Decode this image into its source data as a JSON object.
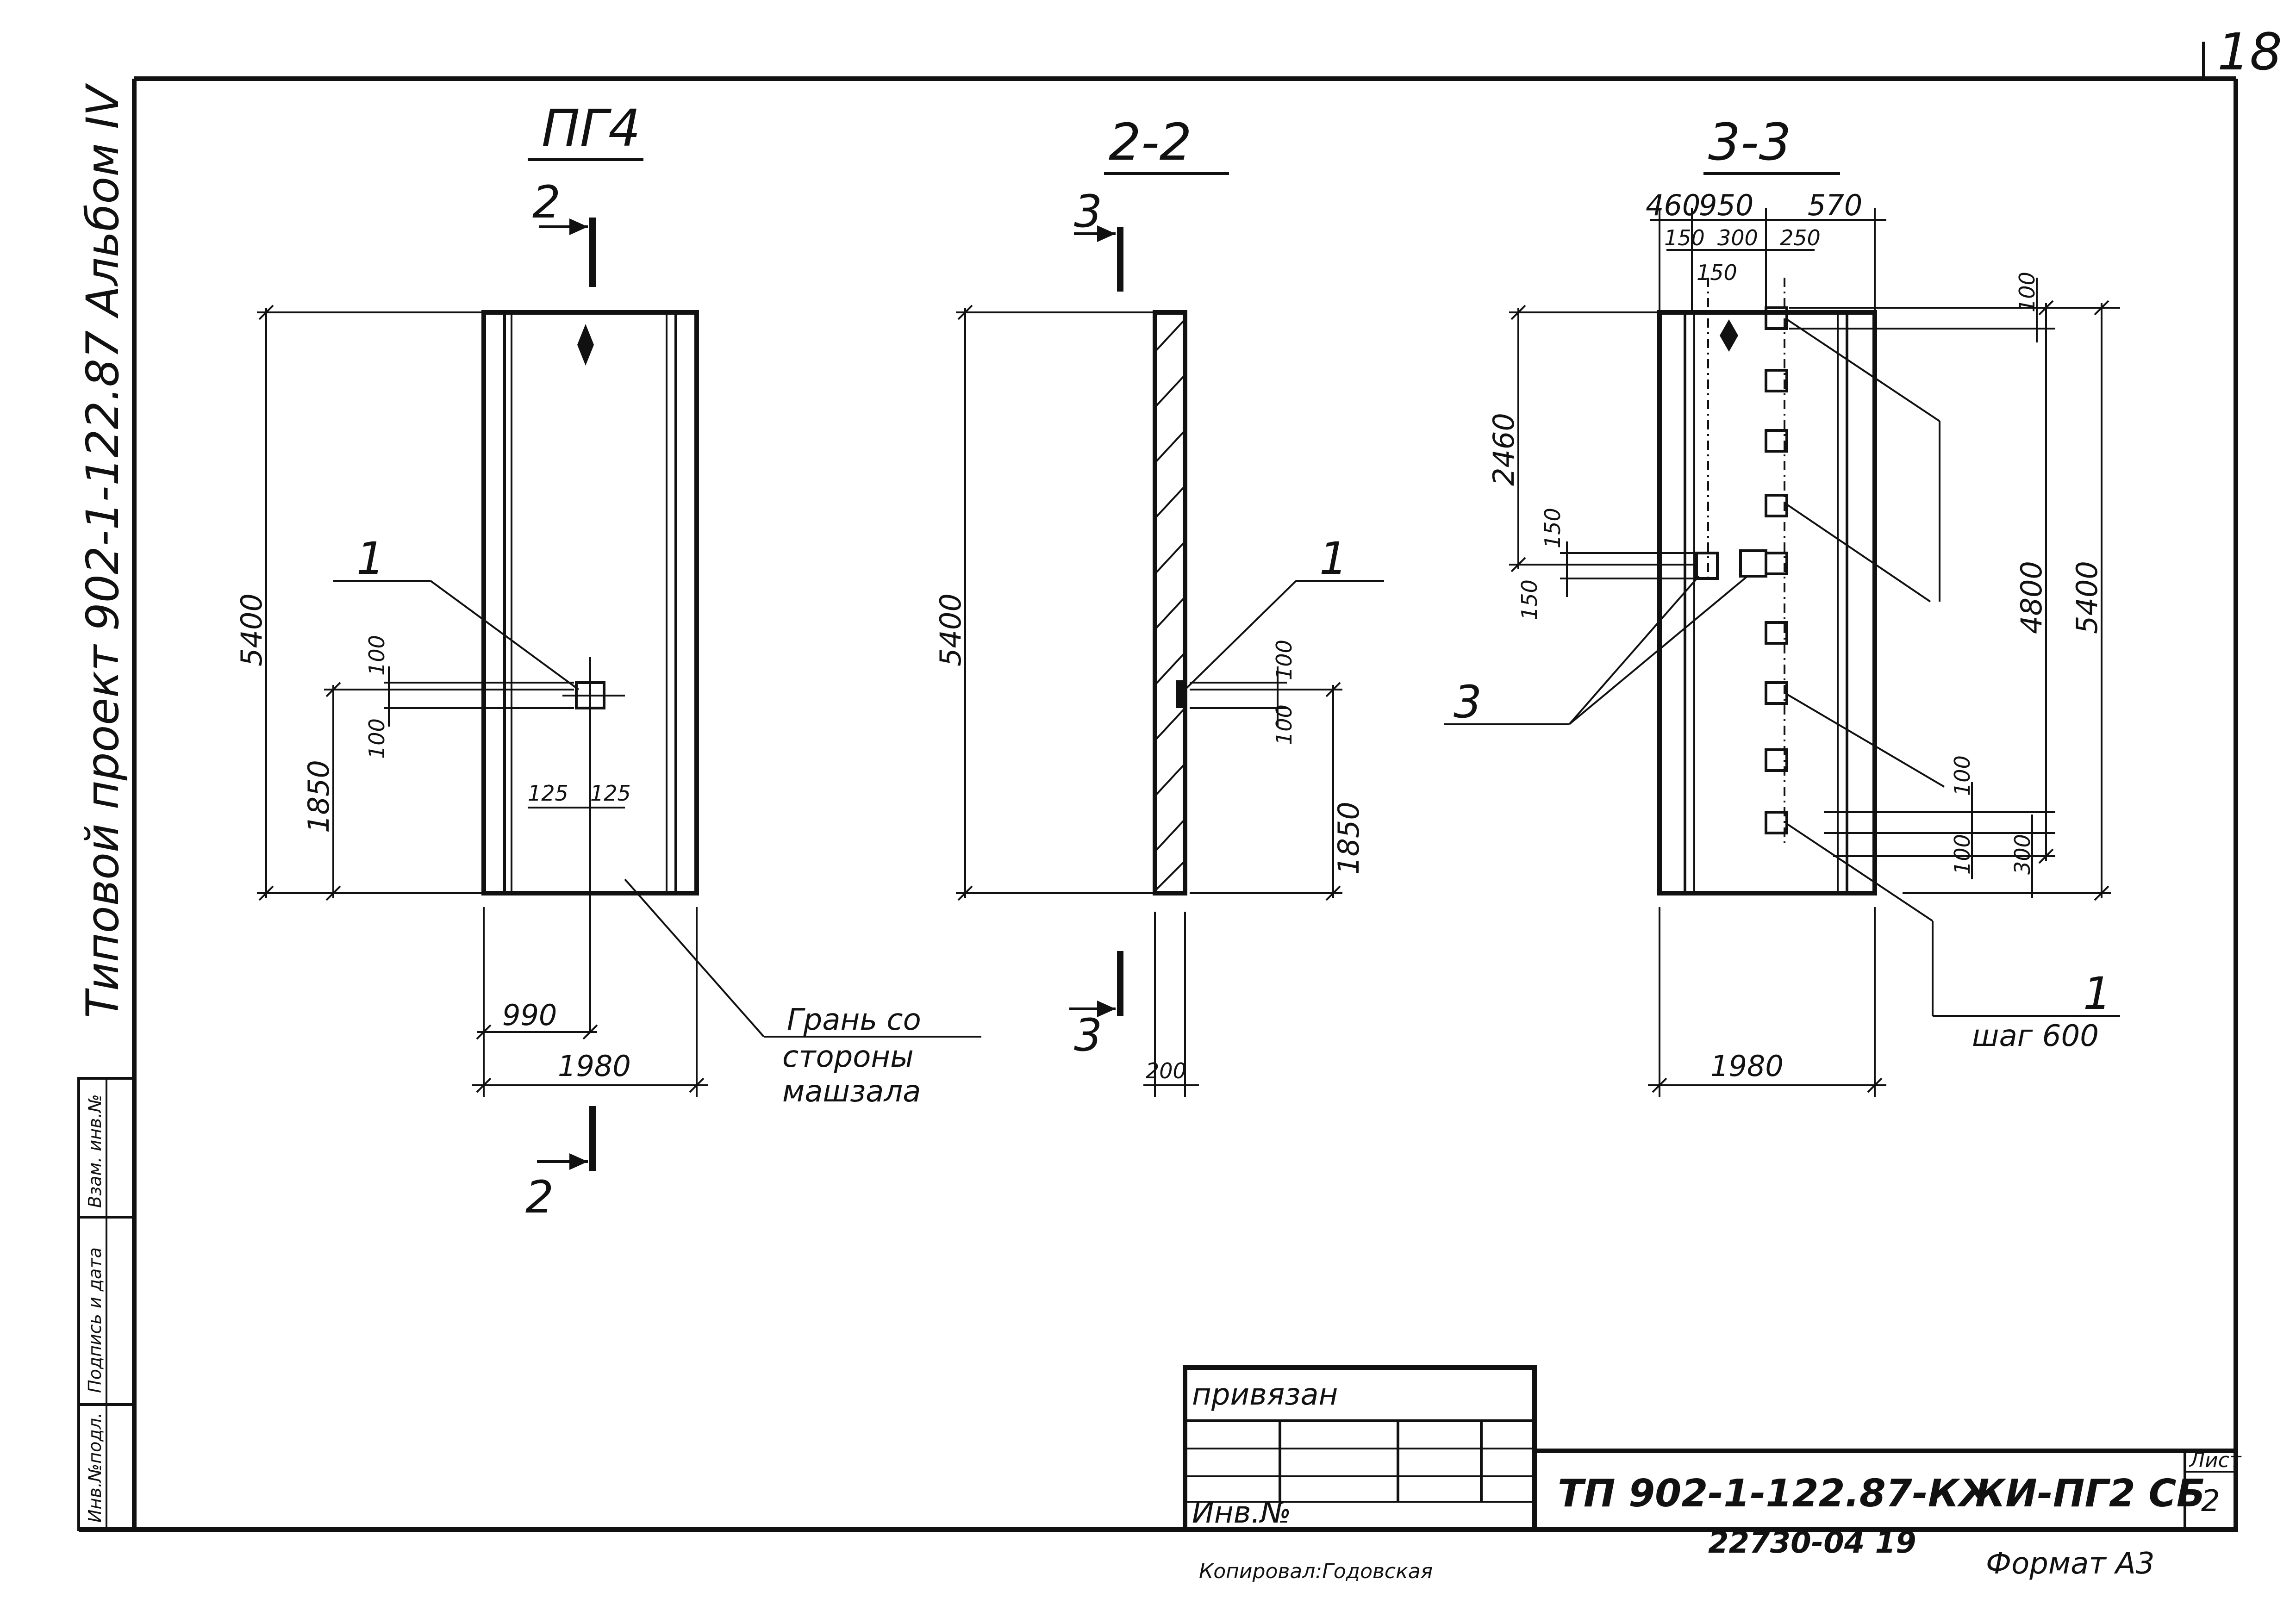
{
  "sheet_number_top": "18",
  "side_title": "Типовой проект 902-1-122.87  Альбом IV",
  "views": {
    "pg4": {
      "title": "ПГ4",
      "section_mark_top": "2",
      "section_mark_bottom": "2",
      "dim_height": "5400",
      "dim_offset": "1850",
      "dim_half_width": "990",
      "dim_width": "1980",
      "dim_100_a": "100",
      "dim_100_b": "100",
      "dim_125_a": "125",
      "dim_125_b": "125",
      "leader_1": "1",
      "face_note_line1": "Грань со",
      "face_note_line2": "стороны",
      "face_note_line3": "машзала"
    },
    "sec22": {
      "title": "2-2",
      "section_mark_top": "3",
      "section_mark_bottom": "3",
      "dim_height": "5400",
      "dim_offset": "1850",
      "dim_thickness": "200",
      "dim_100_a": "100",
      "dim_100_b": "100",
      "leader_1": "1"
    },
    "sec33": {
      "title": "3-3",
      "dim_460": "460",
      "dim_950": "950",
      "dim_570": "570",
      "dim_150_a": "150",
      "dim_300": "300",
      "dim_250": "250",
      "dim_150_b": "150",
      "dim_2460": "2460",
      "dim_150_c": "150",
      "dim_150_d": "150",
      "dim_100_top": "100",
      "dim_4800": "4800",
      "dim_5400": "5400",
      "dim_100_c": "100",
      "dim_100_d": "100",
      "dim_300_bottom": "300",
      "dim_width": "1980",
      "leader_3": "3",
      "leader_1": "1",
      "step_note": "шаг 600"
    }
  },
  "side_stamp": {
    "col1": "Инв.№подл.",
    "col2": "Подпись и дата",
    "col3": "Взам. инв.№"
  },
  "title_block": {
    "attached": "привязан",
    "inv_no": "Инв.№",
    "designation": "ТП 902-1-122.87-КЖИ-ПГ2 СБ",
    "sheet_label": "Лист",
    "sheet_value": "2"
  },
  "footer": {
    "copied_by": "Копировал:Годовская",
    "code": "22730-04   19",
    "format": "Формат  А3"
  }
}
